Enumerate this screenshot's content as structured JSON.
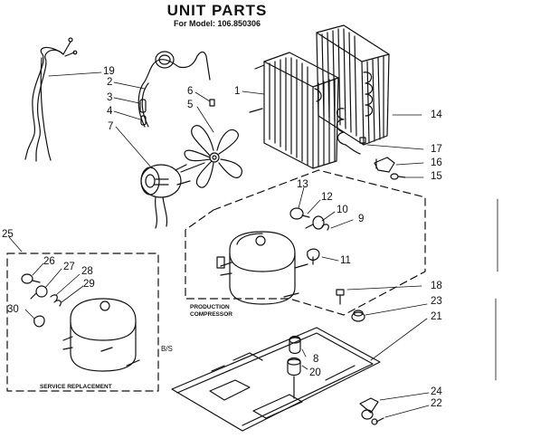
{
  "title": "UNIT PARTS",
  "subtitle": "For Model: 106.850306",
  "group_labels": {
    "production": "PRODUCTION",
    "compressor": "COMPRESSOR",
    "service": "SERVICE REPLACEMENT"
  },
  "ref_text": "B/S",
  "callouts": {
    "c1": "1",
    "c2": "2",
    "c3": "3",
    "c4": "4",
    "c5": "5",
    "c6": "6",
    "c7": "7",
    "c8": "8",
    "c9": "9",
    "c10": "10",
    "c11": "11",
    "c12": "12",
    "c13": "13",
    "c14": "14",
    "c15": "15",
    "c16": "16",
    "c17": "17",
    "c18": "18",
    "c19": "19",
    "c20": "20",
    "c21": "21",
    "c22": "22",
    "c23": "23",
    "c24": "24",
    "c25": "25",
    "c26": "26",
    "c27": "27",
    "c28": "28",
    "c29": "29",
    "c30": "30"
  }
}
